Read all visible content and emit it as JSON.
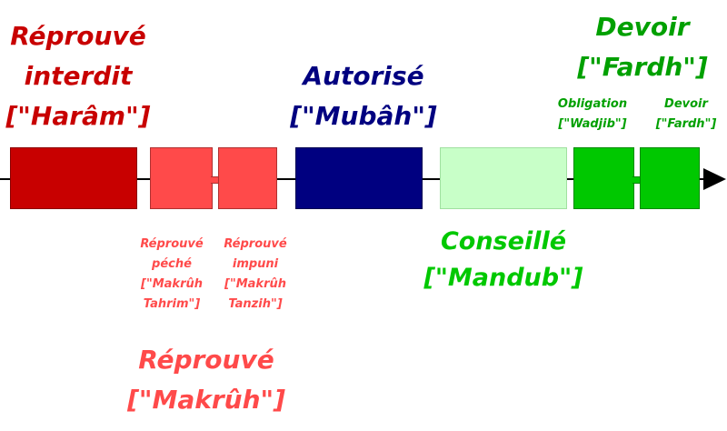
{
  "haram": {
    "line1": "Réprouvé",
    "line2": "interdit",
    "line3": "[\"Harâm\"]"
  },
  "mubah": {
    "line1": "Autorisé",
    "line2": "[\"Mubâh\"]"
  },
  "fardh_top": {
    "line1": "Devoir",
    "line2": "[\"Fardh\"]"
  },
  "wadjib": {
    "line1": "Obligation",
    "line2": "[\"Wadjib\"]"
  },
  "fardh_small": {
    "line1": "Devoir",
    "line2": "[\"Fardh\"]"
  },
  "tahrim": {
    "line1": "Réprouvé",
    "line2": "péché",
    "line3": "[\"Makrûh",
    "line4": "Tahrim\"]"
  },
  "tanzih": {
    "line1": "Réprouvé",
    "line2": "impuni",
    "line3": "[\"Makrûh",
    "line4": "Tanzih\"]"
  },
  "makruh": {
    "line1": "Réprouvé",
    "line2": "[\"Makrûh\"]"
  },
  "mandub": {
    "line1": "Conseillé",
    "line2": "[\"Mandub\"]"
  },
  "colors": {
    "haram": "#c80000",
    "makruh": "#ff4a4a",
    "mubah": "#000080",
    "mandub": "#c8ffc8",
    "mandub_text": "#00a000",
    "wajib": "#00c800"
  }
}
